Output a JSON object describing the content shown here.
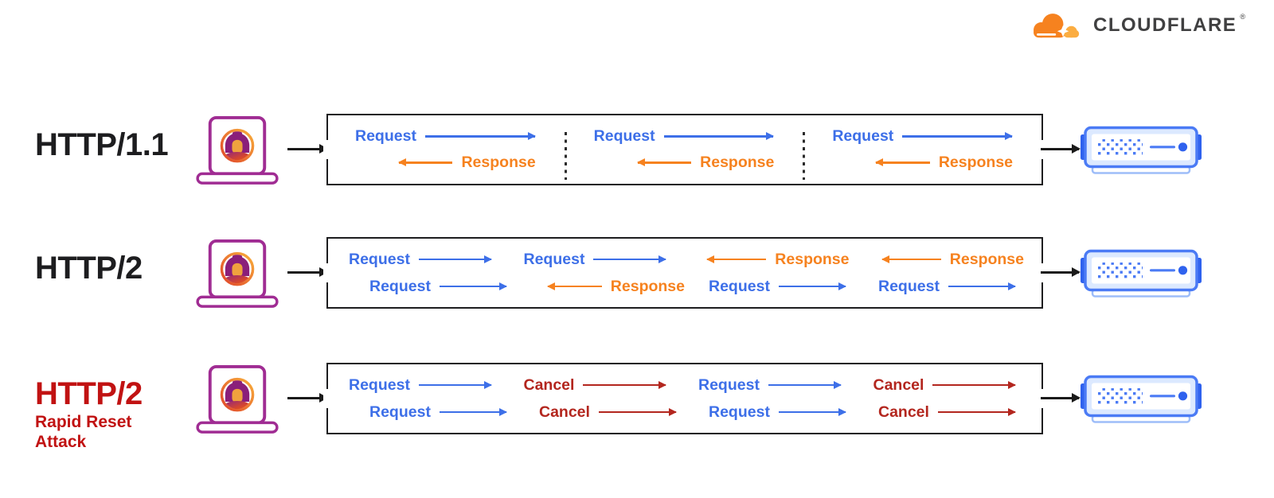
{
  "logo": {
    "brand": "CLOUDFLARE",
    "trademark": "®",
    "cloud_primary": "#F6821F",
    "cloud_secondary": "#FBAD41",
    "text_color": "#404041"
  },
  "colors": {
    "request": "#3D6FE8",
    "response": "#F6821F",
    "cancel": "#B3261E",
    "connector_black": "#1a1a1a",
    "box_border": "#1d1d1f",
    "label_dark": "#1d1d1f",
    "label_attack_red": "#C11212",
    "laptop_outline": "#A02C93",
    "server_primary": "#4B7BF5",
    "server_accent": "#2F62EE"
  },
  "rows": [
    {
      "id": "http11",
      "label": "HTTP/1.1",
      "label_color": "#1d1d1f",
      "sublabel_lines": [],
      "box": {
        "type": "segmented",
        "segments": [
          {
            "lines": [
              [
                {
                  "text": "Request",
                  "type": "request",
                  "dir": "right"
                }
              ],
              [
                {
                  "text": "Response",
                  "type": "response",
                  "dir": "left"
                }
              ]
            ]
          },
          {
            "lines": [
              [
                {
                  "text": "Request",
                  "type": "request",
                  "dir": "right"
                }
              ],
              [
                {
                  "text": "Response",
                  "type": "response",
                  "dir": "left"
                }
              ]
            ]
          },
          {
            "lines": [
              [
                {
                  "text": "Request",
                  "type": "request",
                  "dir": "right"
                }
              ],
              [
                {
                  "text": "Response",
                  "type": "response",
                  "dir": "left"
                }
              ]
            ]
          }
        ]
      }
    },
    {
      "id": "http2",
      "label": "HTTP/2",
      "label_color": "#1d1d1f",
      "sublabel_lines": [],
      "box": {
        "type": "multiplexed",
        "lines": [
          [
            {
              "text": "Request",
              "type": "request",
              "dir": "right"
            },
            {
              "text": "Request",
              "type": "request",
              "dir": "right"
            },
            {
              "text": "Response",
              "type": "response",
              "dir": "left"
            },
            {
              "text": "Response",
              "type": "response",
              "dir": "left"
            }
          ],
          [
            {
              "text": "Request",
              "type": "request",
              "dir": "right"
            },
            {
              "text": "Response",
              "type": "response",
              "dir": "left"
            },
            {
              "text": "Request",
              "type": "request",
              "dir": "right"
            },
            {
              "text": "Request",
              "type": "request",
              "dir": "right"
            }
          ]
        ]
      }
    },
    {
      "id": "http2-rapid-reset",
      "label": "HTTP/2",
      "label_color": "#C11212",
      "sublabel_lines": [
        "Rapid Reset",
        "Attack"
      ],
      "box": {
        "type": "multiplexed",
        "lines": [
          [
            {
              "text": "Request",
              "type": "request",
              "dir": "right"
            },
            {
              "text": "Cancel",
              "type": "cancel",
              "dir": "right"
            },
            {
              "text": "Request",
              "type": "request",
              "dir": "right"
            },
            {
              "text": "Cancel",
              "type": "cancel",
              "dir": "right"
            }
          ],
          [
            {
              "text": "Request",
              "type": "request",
              "dir": "right"
            },
            {
              "text": "Cancel",
              "type": "cancel",
              "dir": "right"
            },
            {
              "text": "Request",
              "type": "request",
              "dir": "right"
            },
            {
              "text": "Cancel",
              "type": "cancel",
              "dir": "right"
            }
          ]
        ]
      }
    }
  ]
}
